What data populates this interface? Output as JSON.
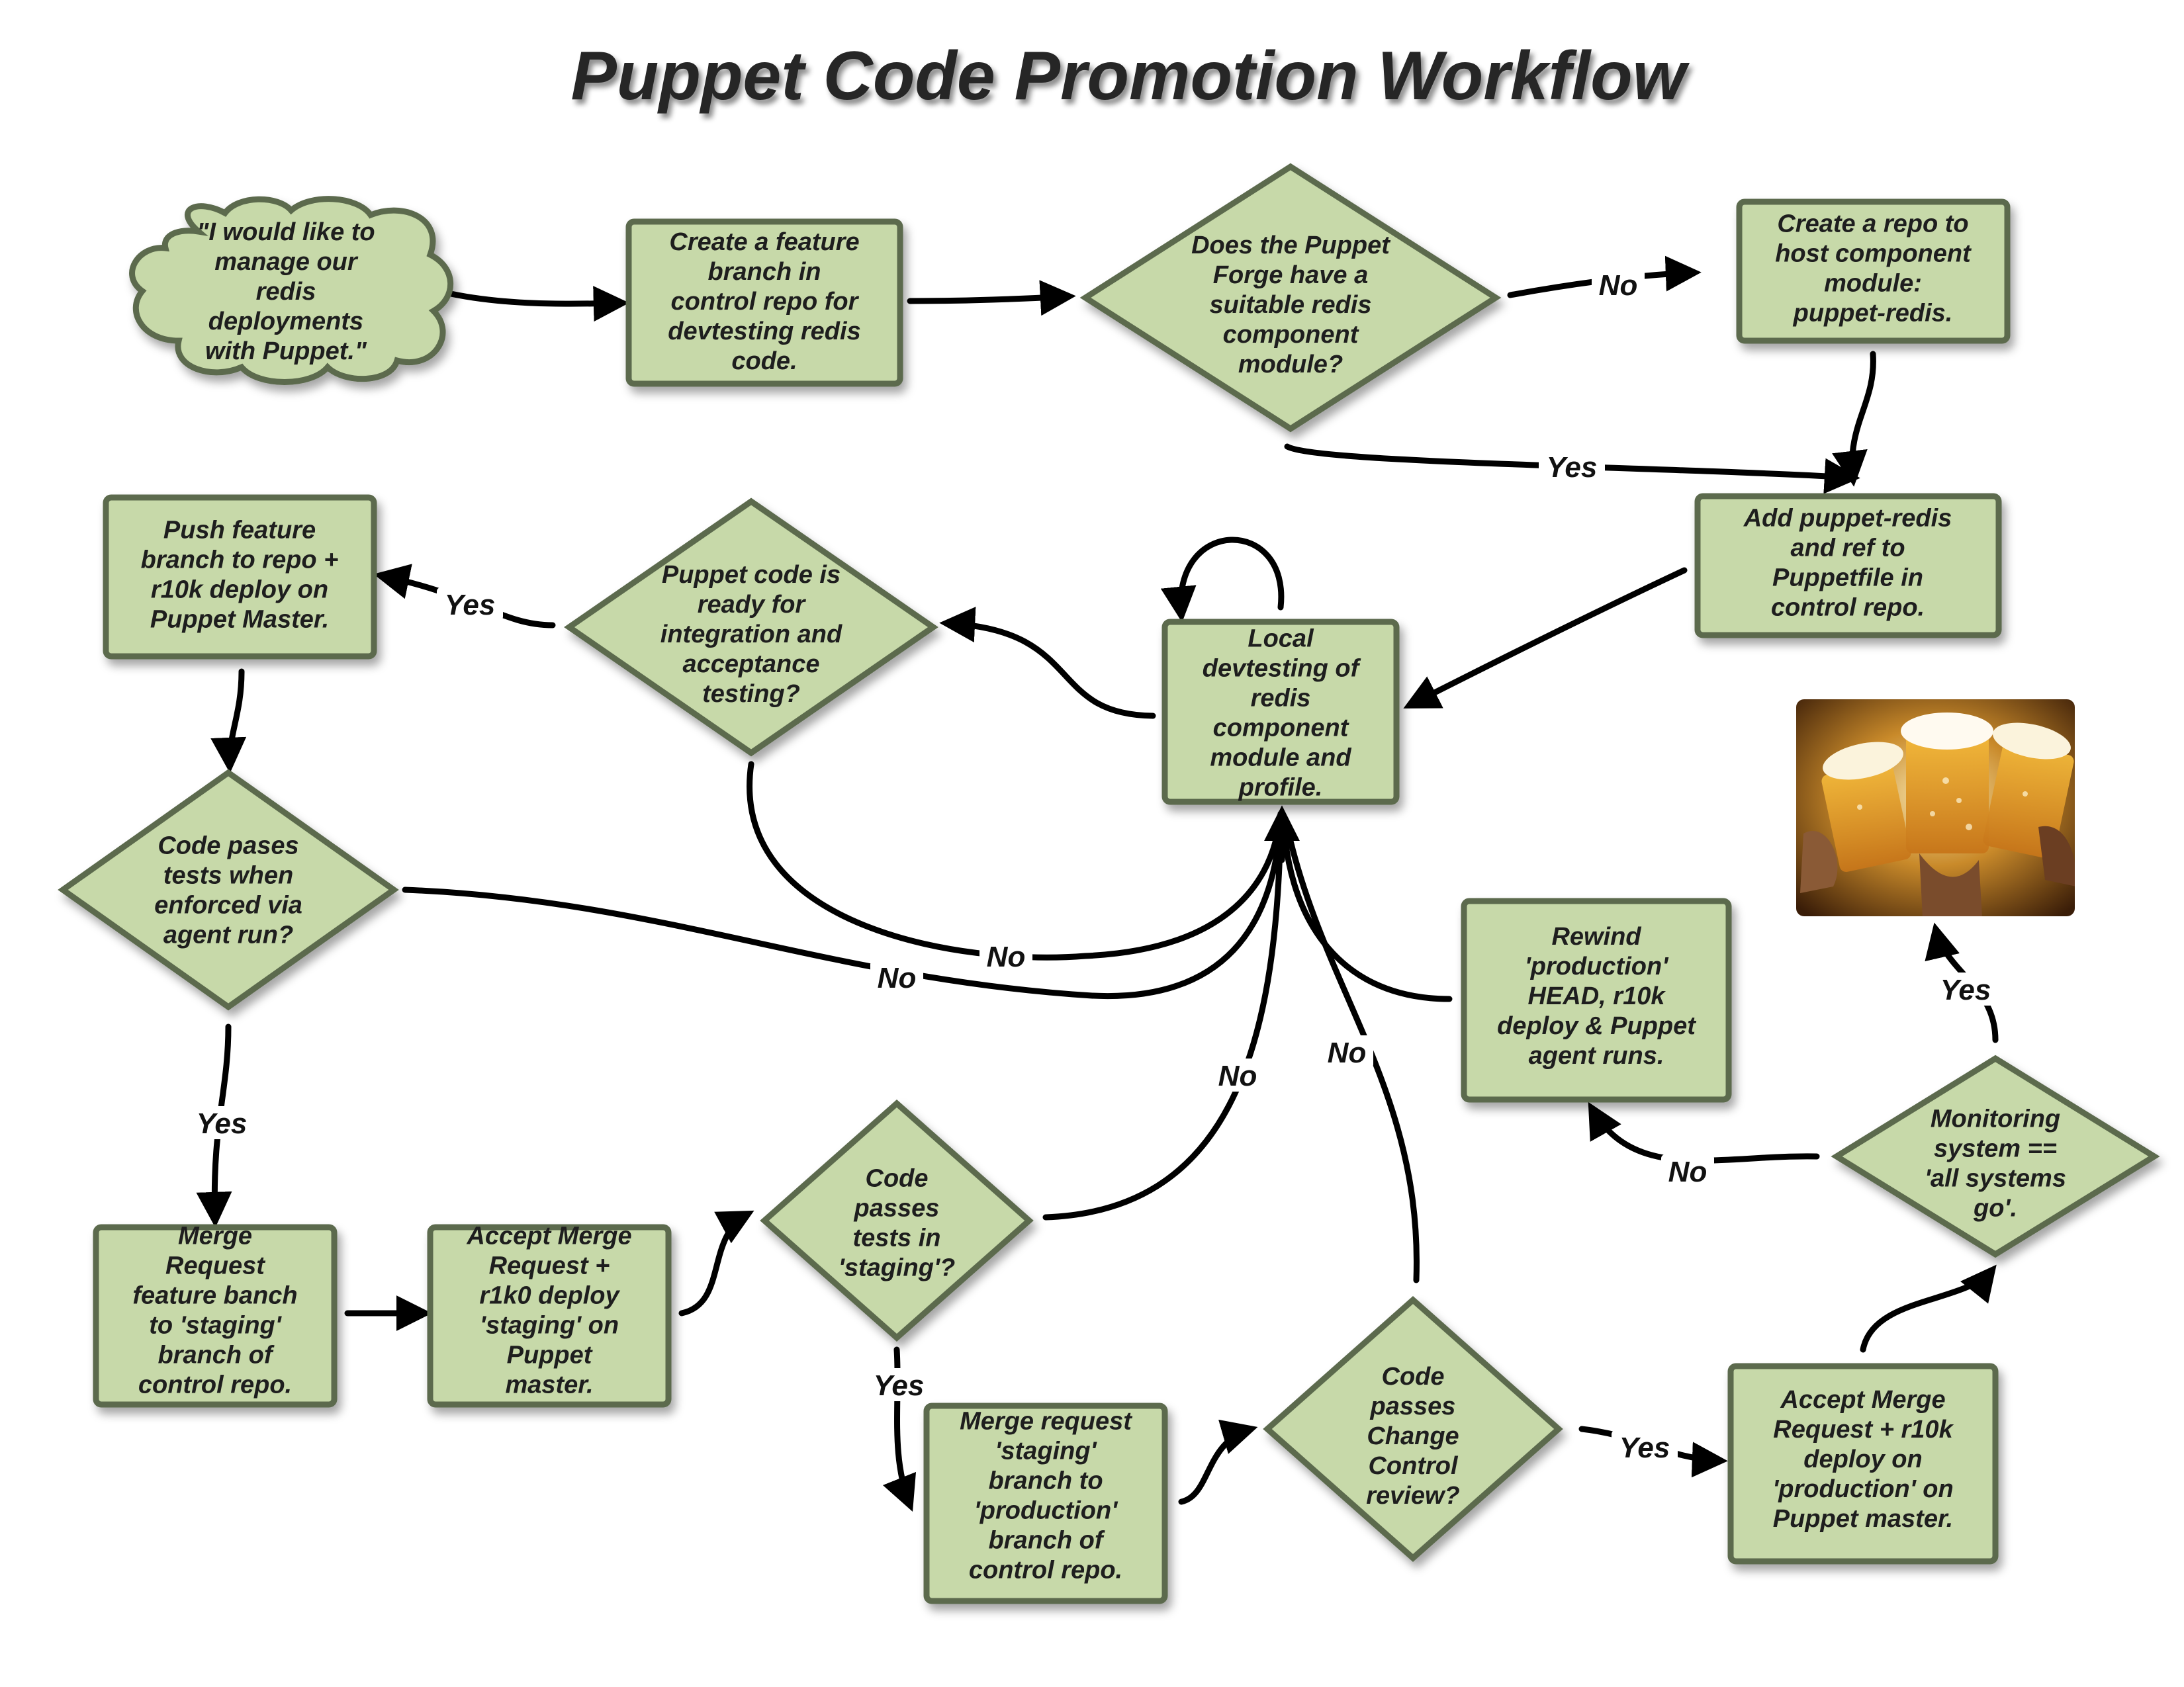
{
  "title": "Puppet Code Promotion Workflow",
  "colors": {
    "node_fill": "#c7d9a9",
    "node_border": "#5b6b4d",
    "arrow": "#000000",
    "title": "#262626"
  },
  "nodes": {
    "request": {
      "shape": "cloud",
      "lines": [
        "\"I would like to",
        "manage our",
        "redis",
        "deployments",
        "with Puppet.\""
      ]
    },
    "feature_branch": {
      "shape": "rect",
      "lines": [
        "Create a feature",
        "branch in",
        "control repo for",
        "devtesting redis",
        "code."
      ]
    },
    "forge_check": {
      "shape": "diamond",
      "lines": [
        "Does the Puppet",
        "Forge have a",
        "suitable redis",
        "component",
        "module?"
      ]
    },
    "create_repo": {
      "shape": "rect",
      "lines": [
        "Create a repo to",
        "host component",
        "module:",
        "puppet-redis."
      ]
    },
    "add_puppetfile": {
      "shape": "rect",
      "lines": [
        "Add puppet-redis",
        "and ref to",
        "Puppetfile in",
        "control repo."
      ]
    },
    "local_devtesting": {
      "shape": "rect",
      "lines": [
        "Local",
        "devtesting of",
        "redis",
        "component",
        "module and",
        "profile."
      ]
    },
    "ready_check": {
      "shape": "diamond",
      "lines": [
        "Puppet code is",
        "ready for",
        "integration and",
        "acceptance",
        "testing?"
      ]
    },
    "push_feature": {
      "shape": "rect",
      "lines": [
        "Push feature",
        "branch to repo +",
        "r10k deploy on",
        "Puppet Master."
      ]
    },
    "agent_run_check": {
      "shape": "diamond",
      "lines": [
        "Code pases",
        "tests when",
        "enforced via",
        "agent run?"
      ]
    },
    "merge_staging": {
      "shape": "rect",
      "lines": [
        "Merge",
        "Request",
        "feature banch",
        "to 'staging'",
        "branch of",
        "control repo."
      ]
    },
    "accept_staging": {
      "shape": "rect",
      "lines": [
        "Accept Merge",
        "Request +",
        "r1k0 deploy",
        "'staging' on",
        "Puppet",
        "master."
      ]
    },
    "staging_check": {
      "shape": "diamond",
      "lines": [
        "Code",
        "passes",
        "tests in",
        "'staging'?"
      ]
    },
    "merge_production": {
      "shape": "rect",
      "lines": [
        "Merge request",
        "'staging'",
        "branch to",
        "'production'",
        "branch of",
        "control repo."
      ]
    },
    "change_control": {
      "shape": "diamond",
      "lines": [
        "Code",
        "passes",
        "Change",
        "Control",
        "review?"
      ]
    },
    "accept_production": {
      "shape": "rect",
      "lines": [
        "Accept Merge",
        "Request + r10k",
        "deploy on",
        "'production' on",
        "Puppet master."
      ]
    },
    "monitoring_check": {
      "shape": "diamond",
      "lines": [
        "Monitoring",
        "system ==",
        "'all systems",
        "go'."
      ]
    },
    "rewind": {
      "shape": "rect",
      "lines": [
        "Rewind",
        "'production'",
        "HEAD, r10k",
        "deploy & Puppet",
        "agent runs."
      ]
    }
  },
  "photo": {
    "subject": "beer-mugs-toast"
  },
  "edge_labels": {
    "forge_no": "No",
    "forge_yes": "Yes",
    "ready_yes": "Yes",
    "ready_no": "No",
    "agent_no": "No",
    "agent_yes": "Yes",
    "staging_no": "No",
    "staging_yes": "Yes",
    "change_no": "No",
    "change_yes": "Yes",
    "monitor_yes": "Yes",
    "monitor_no": "No"
  }
}
